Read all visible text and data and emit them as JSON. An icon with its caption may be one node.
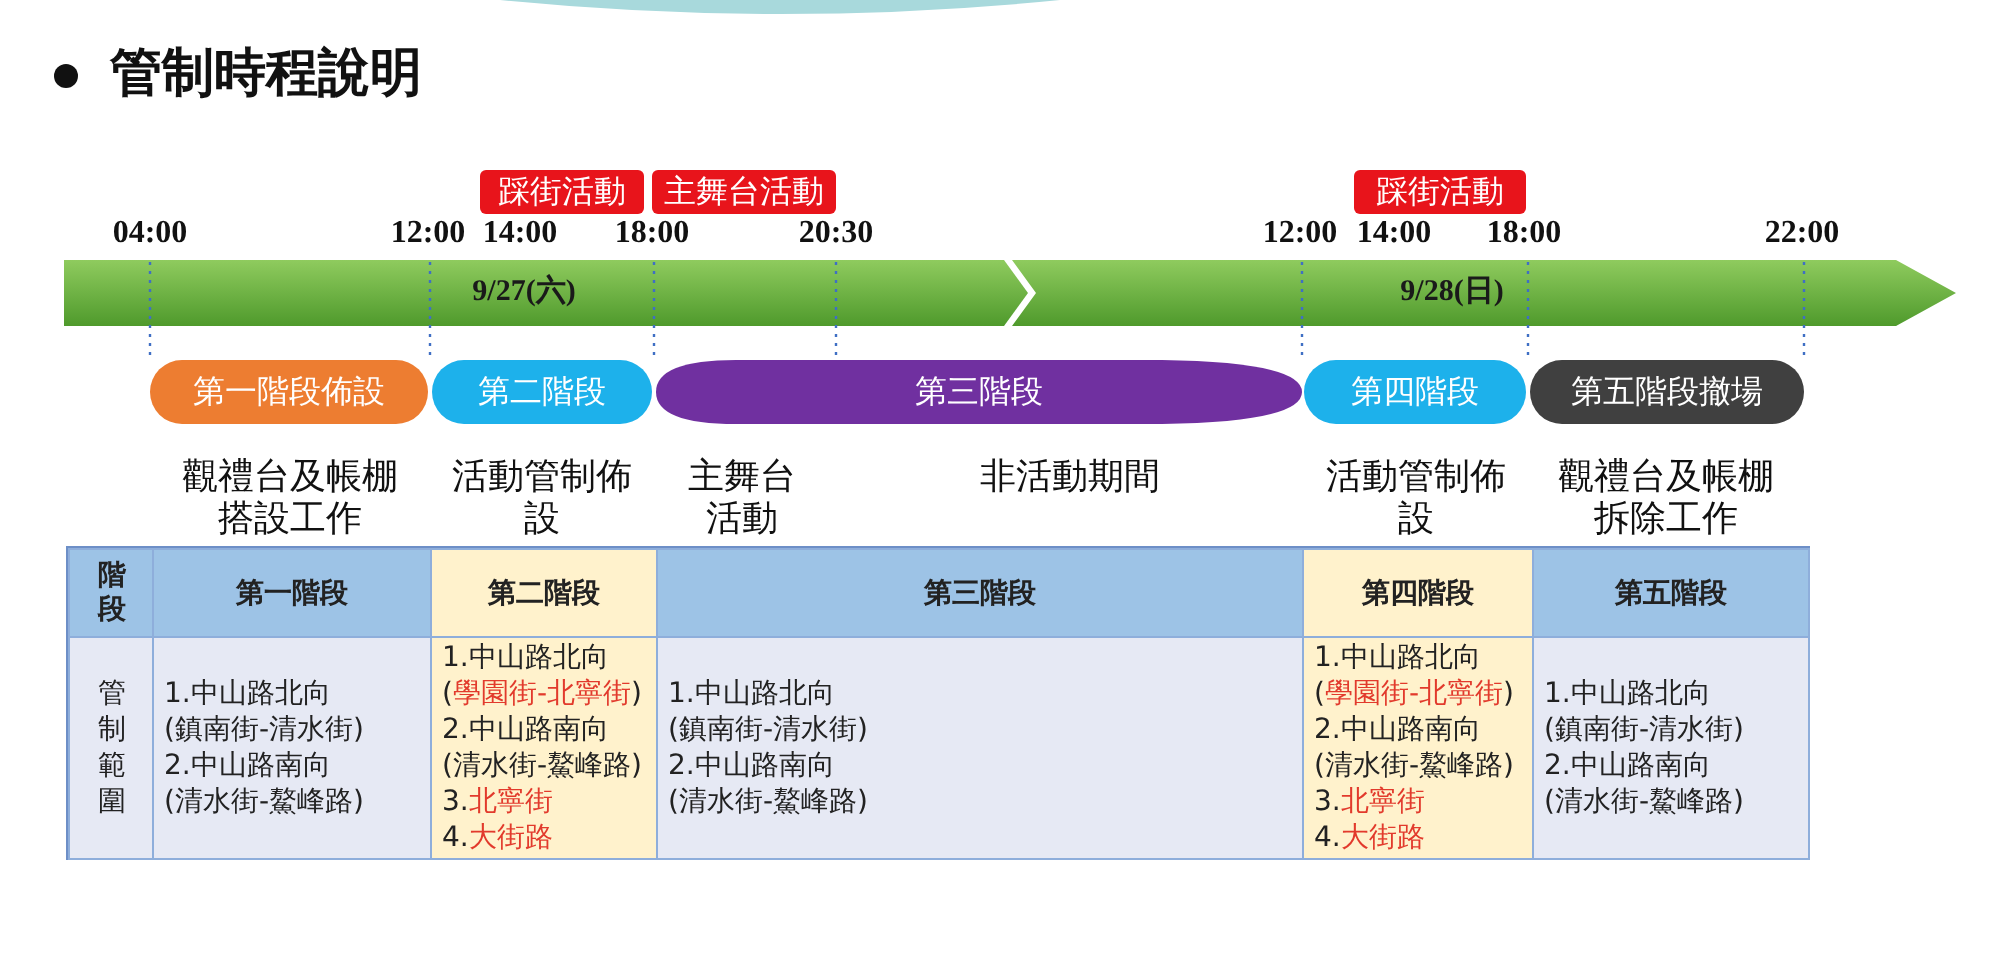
{
  "diagram": {
    "title": "管制時程說明",
    "nodes": [
      {
        "text": [
          "踩街活動"
        ]
      },
      {
        "text": [
          "主舞台活動"
        ]
      },
      {
        "text": [
          "踩街活動"
        ]
      },
      {
        "text": [
          "9/27(六)"
        ]
      },
      {
        "text": [
          "9/28(日)"
        ]
      },
      {
        "text": [
          "第一階段佈設"
        ],
        "beside": [
          "觀禮台及帳棚搭設工作"
        ]
      },
      {
        "text": [
          "第二階段"
        ],
        "beside": [
          "活動管制佈設"
        ]
      },
      {
        "text": [
          "第三階段"
        ],
        "beside": [
          "主舞台活動",
          "非活動期間"
        ]
      },
      {
        "text": [
          "第四階段"
        ],
        "beside": [
          "活動管制佈設"
        ]
      },
      {
        "text": [
          "第五階段撤場"
        ],
        "beside": [
          "觀禮台及帳棚拆除工作"
        ]
      }
    ],
    "labels": [
      "04:00",
      "12:00",
      "14:00",
      "18:00",
      "20:30",
      "12:00",
      "14:00",
      "18:00",
      "22:00",
      "階段",
      "第一階段",
      "第二階段",
      "第三階段",
      "第四階段",
      "第五階段",
      "管制範圍",
      "1.中山路北向 (鎮南街-清水街) 2.中山路南向 (清水街-鰲峰路)",
      "1.中山路北向 (學園街-北寧街) 2.中山路南向 (清水街-鰲峰路) 3.北寧街 4.大街路",
      "1.中山路北向 (鎮南街-清水街) 2.中山路南向 (清水街-鰲峰路)",
      "1.中山路北向 (學園街-北寧街) 2.中山路南向 (清水街-鰲峰路) 3.北寧街 4.大街路",
      "1.中山路北向 (鎮南街-清水街) 2.中山路南向 (清水街-鰲峰路)"
    ]
  }
}
